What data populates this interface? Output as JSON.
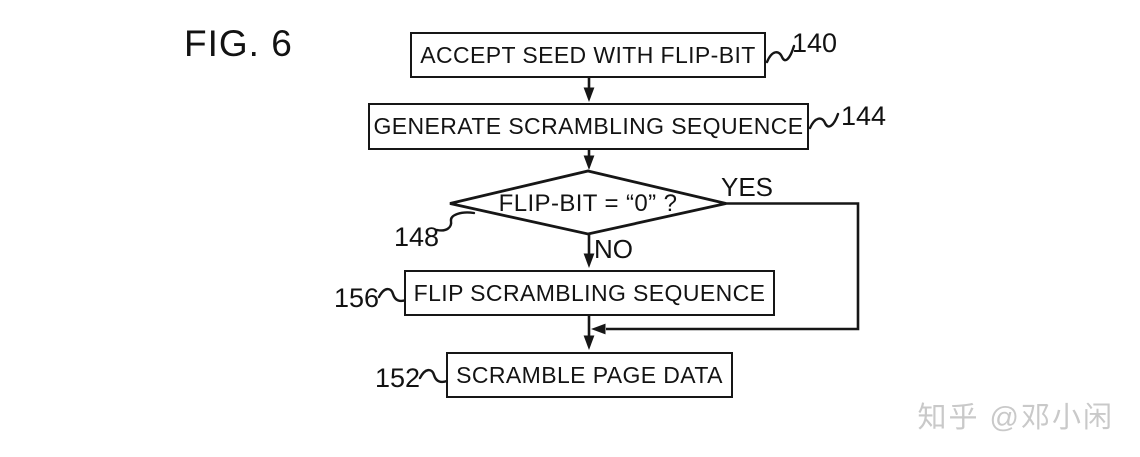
{
  "figure": {
    "title": "FIG. 6"
  },
  "flowchart": {
    "nodes": [
      {
        "id": "accept-seed",
        "type": "process",
        "label": "ACCEPT SEED WITH FLIP-BIT",
        "ref": "140"
      },
      {
        "id": "generate-seq",
        "type": "process",
        "label": "GENERATE SCRAMBLING SEQUENCE",
        "ref": "144"
      },
      {
        "id": "flip-bit-check",
        "type": "decision",
        "label": "FLIP-BIT = “0” ?",
        "ref": "148"
      },
      {
        "id": "flip-seq",
        "type": "process",
        "label": "FLIP SCRAMBLING SEQUENCE",
        "ref": "156"
      },
      {
        "id": "scramble-page",
        "type": "process",
        "label": "SCRAMBLE PAGE DATA",
        "ref": "152"
      }
    ],
    "edges": [
      {
        "from": "accept-seed",
        "to": "generate-seq"
      },
      {
        "from": "generate-seq",
        "to": "flip-bit-check"
      },
      {
        "from": "flip-bit-check",
        "to": "flip-seq",
        "label": "NO"
      },
      {
        "from": "flip-bit-check",
        "to": "scramble-page",
        "label": "YES"
      },
      {
        "from": "flip-seq",
        "to": "scramble-page"
      }
    ],
    "branch_labels": {
      "yes": "YES",
      "no": "NO"
    },
    "line_color": "#161616"
  },
  "watermark": {
    "text": "知乎 @邓小闲",
    "color": "#c9c9c9"
  }
}
